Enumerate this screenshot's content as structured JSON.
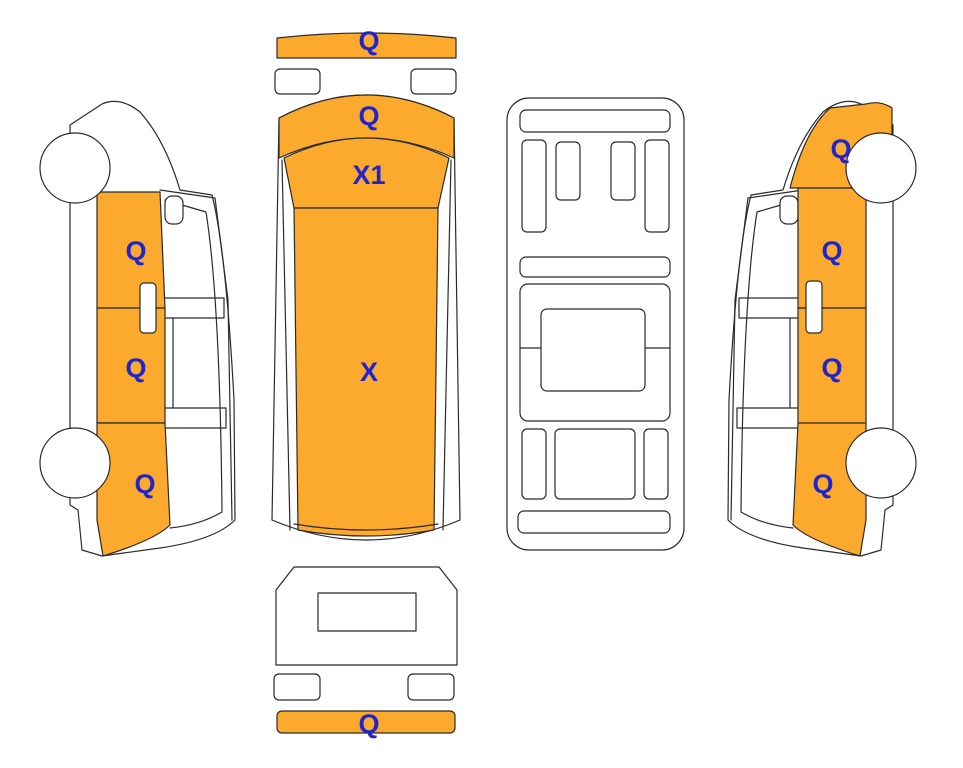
{
  "colors": {
    "damage_fill": "#FBAA2D",
    "label_text": "#1F24CF",
    "outline": "#2A2A2A",
    "background": "#FFFFFF"
  },
  "views": {
    "front_bumper": {
      "label": "Q"
    },
    "hood": {
      "label": "Q"
    },
    "windshield": {
      "label": "X1"
    },
    "roof": {
      "label": "X"
    },
    "rear_bumper": {
      "label": "Q"
    },
    "left_side": {
      "front_fender": {
        "label": "Q"
      },
      "front_door": {
        "label": "Q"
      },
      "rear_door": {
        "label": "Q"
      }
    },
    "right_side": {
      "front_fender": {
        "label": "Q"
      },
      "front_door": {
        "label": "Q"
      },
      "rear_door": {
        "label": "Q"
      }
    }
  }
}
